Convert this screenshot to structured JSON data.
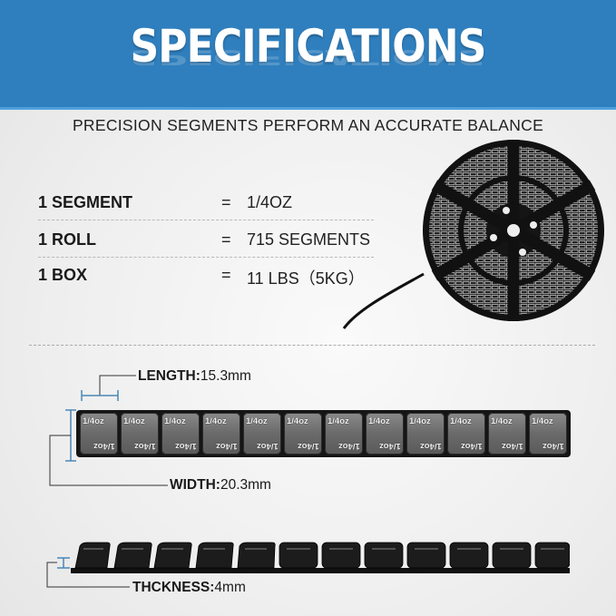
{
  "header": {
    "title": "SPECIFICATIONS",
    "background_color": "#2f7fbe"
  },
  "subtitle": "PRECISION SEGMENTS PERFORM AN ACCURATE BALANCE",
  "specs": [
    {
      "label": "1 SEGMENT",
      "equals": "=",
      "value": "1/4OZ"
    },
    {
      "label": "1 ROLL",
      "equals": "=",
      "value": "715 SEGMENTS"
    },
    {
      "label": "1 BOX",
      "equals": "=",
      "value": "11 LBS（5KG）"
    }
  ],
  "product_image": {
    "description": "roll-of-wheel-weight-segments"
  },
  "dimensions": {
    "length": {
      "label": "LENGTH:",
      "value": "15.3mm"
    },
    "width": {
      "label": "WIDTH:",
      "value": "20.3mm"
    },
    "thickness": {
      "label": "THCKNESS:",
      "value": "4mm"
    }
  },
  "segment_strip": {
    "segment_count": 12,
    "segment_mark": "1/4oz"
  },
  "accent_color": "#4a87b6"
}
